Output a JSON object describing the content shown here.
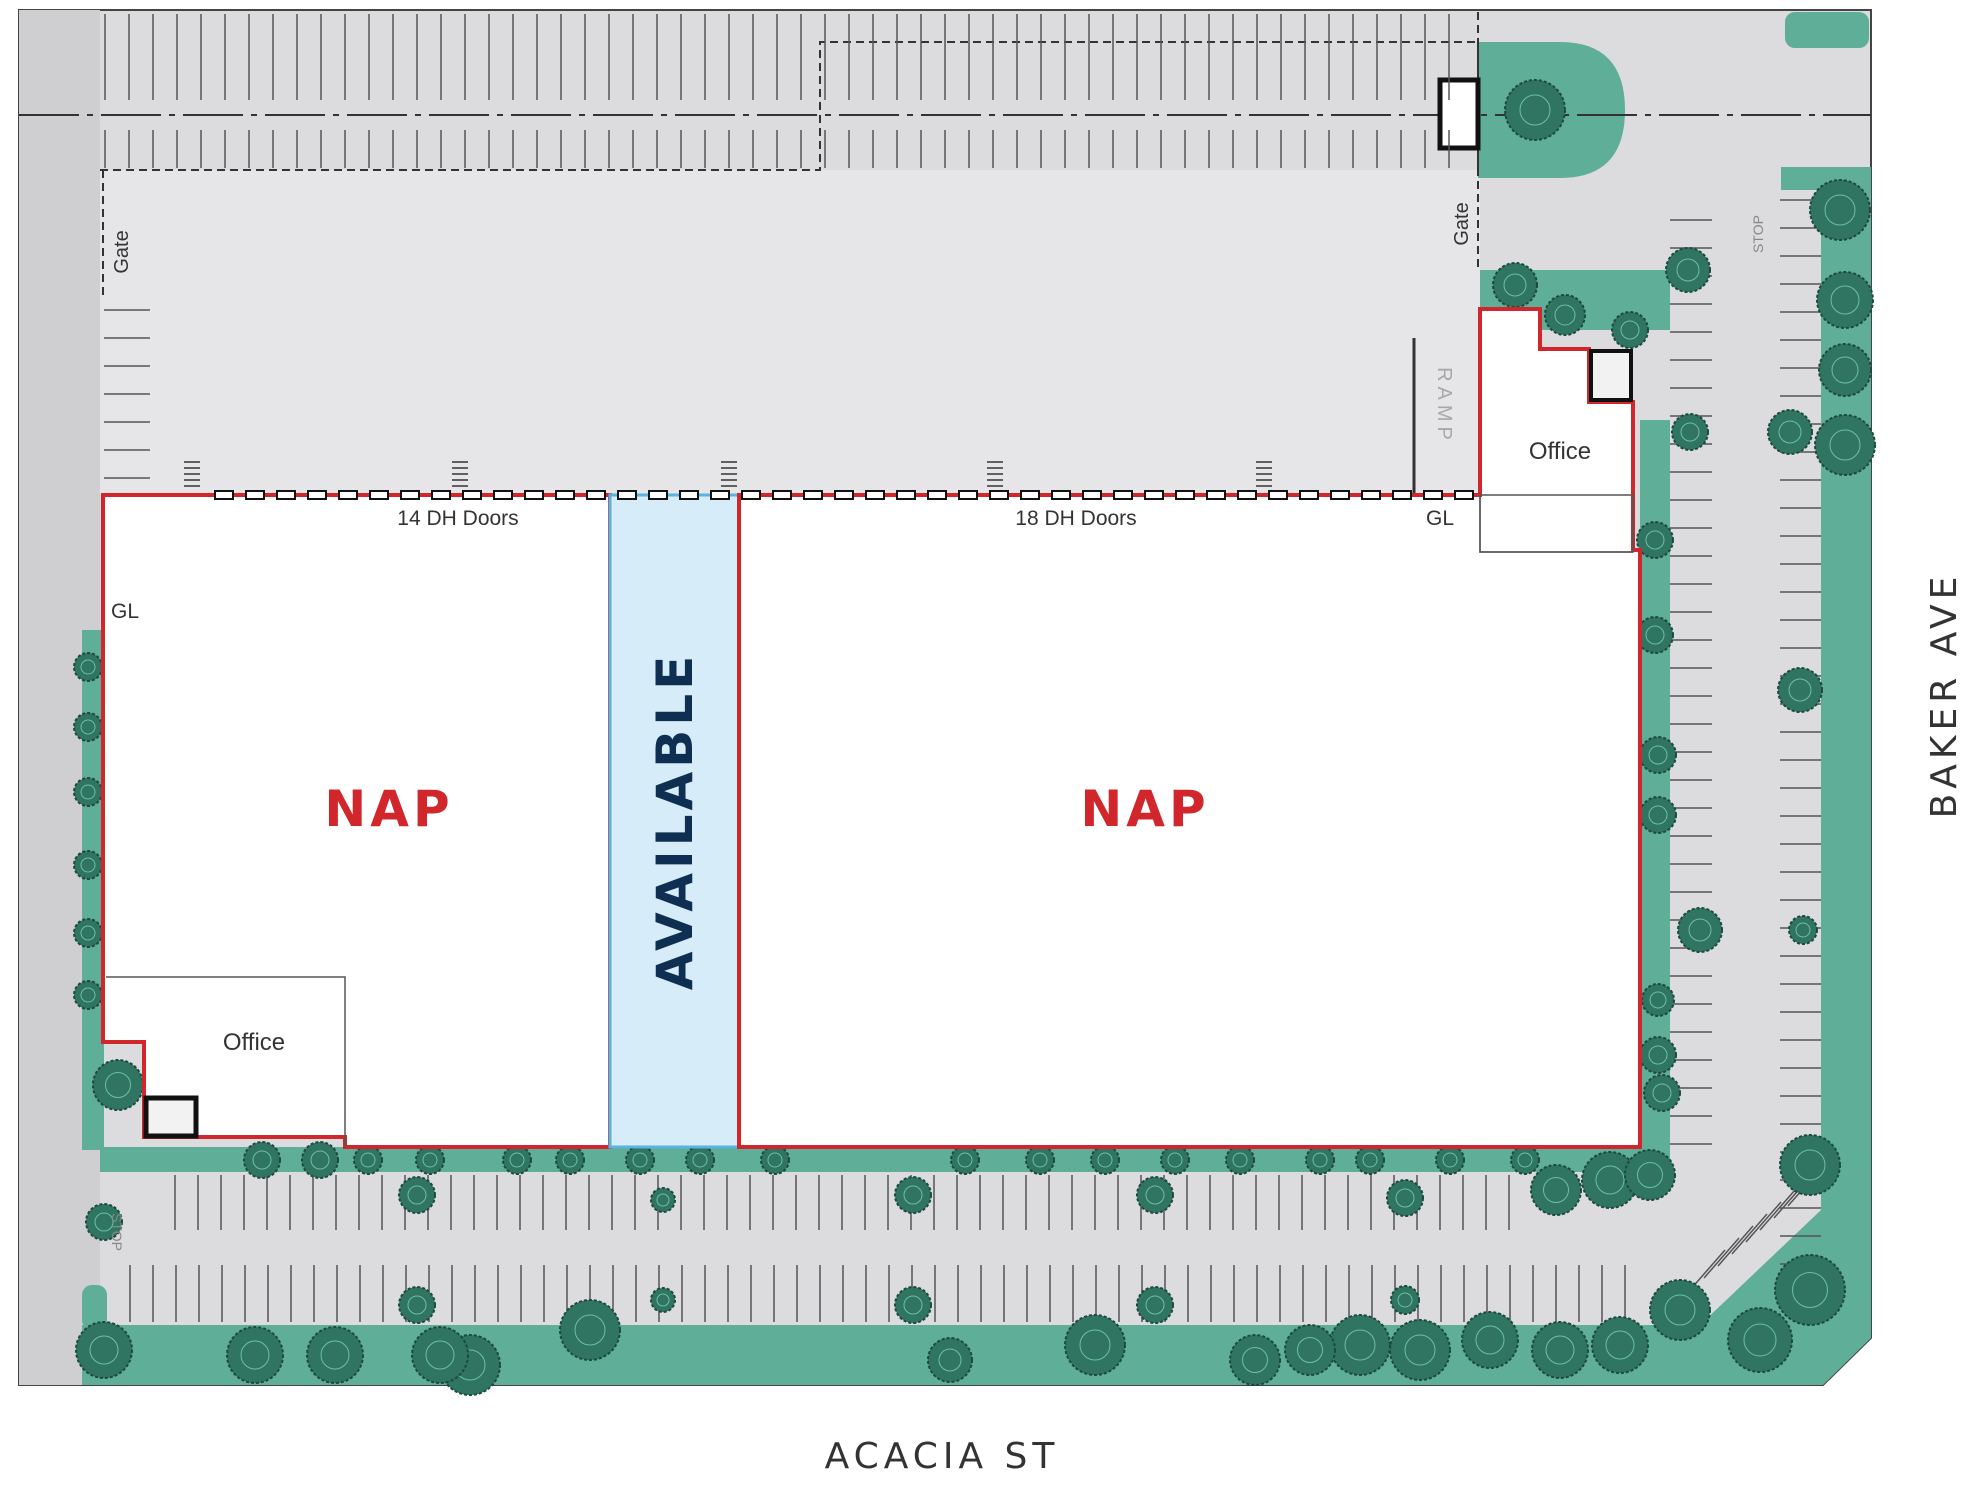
{
  "colors": {
    "pavement": "#dcdcde",
    "landscape": "#5fae98",
    "tree": "#2f7561",
    "nap_outline": "#d0262c",
    "available_fill": "#d6ecf8",
    "available_outline": "#5ab4e0",
    "available_text": "#0f2f52",
    "nap_text": "#d0262c"
  },
  "buildings": {
    "nap_left": {
      "label": "NAP",
      "doors": "14 DH Doors",
      "office": "Office",
      "grade_level": "GL"
    },
    "available": {
      "label": "AVAILABLE"
    },
    "nap_right": {
      "label": "NAP",
      "doors": "18 DH Doors",
      "office": "Office",
      "grade_level": "GL"
    }
  },
  "site": {
    "gate_left": "Gate",
    "gate_right": "Gate",
    "ramp": "RAMP",
    "stop_right": "STOP",
    "stop_left": "STOP"
  },
  "streets": {
    "south": "ACACIA ST",
    "east": "BAKER AVE"
  }
}
